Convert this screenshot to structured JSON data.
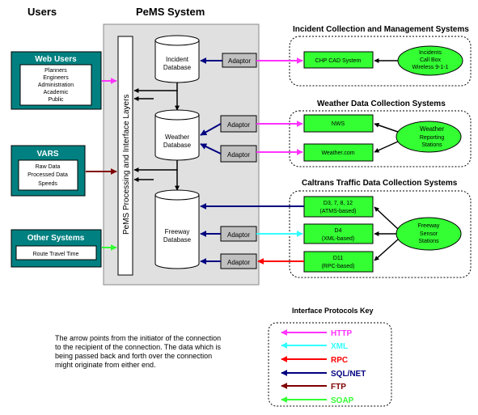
{
  "headings": {
    "users": "Users",
    "pems": "PeMS System",
    "incident": "Incident Collection and Management Systems",
    "weather": "Weather Data Collection Systems",
    "caltrans": "Caltrans Traffic Data Collection  Systems"
  },
  "users": {
    "web": {
      "title": "Web Users",
      "lines": [
        "Planners",
        "Engineers",
        "Administration",
        "Academic",
        "Public"
      ]
    },
    "vars": {
      "title": "VARS",
      "lines": [
        "Raw Data",
        "Processed Data",
        "Speeds"
      ]
    },
    "other": {
      "title": "Other Systems",
      "lines": [
        "Route Travel Time"
      ]
    }
  },
  "pems": {
    "layer": "PeMS Processing and Interface Layers",
    "databases": {
      "incident": [
        "Incident",
        "Database"
      ],
      "weather": [
        "Weather",
        "Database"
      ],
      "freeway": [
        "Freeway",
        "Database"
      ]
    },
    "adaptor": "Adaptor"
  },
  "sources": {
    "chp": "CHP CAD System",
    "incidents": [
      "Incidents",
      "Call Box",
      "Wireless 9-1-1"
    ],
    "nws": "NWS",
    "weathercom": "Weather.com",
    "weather_stations": [
      "Weather",
      "Reporting",
      "Stations"
    ],
    "d3": [
      "D3, 7, 8, 12",
      "(ATMS-based)"
    ],
    "d4": [
      "D4",
      "(XML-based)"
    ],
    "d11": [
      "D11",
      "(RPC-based)"
    ],
    "freeway_stations": [
      "Freeway",
      "Sensor",
      "Stations"
    ]
  },
  "note": "The arrow points from the initiator of the connection to the recipient of the connection.  The data which is being passed back and forth over the connection might originate from either end.",
  "key": {
    "title": "Interface Protocols Key",
    "items": [
      {
        "label": "HTTP",
        "color": "#ff33ff"
      },
      {
        "label": "XML",
        "color": "#33ffff"
      },
      {
        "label": "RPC",
        "color": "#ff0000"
      },
      {
        "label": "SQL/NET",
        "color": "#000080"
      },
      {
        "label": "FTP",
        "color": "#800000"
      },
      {
        "label": "SOAP",
        "color": "#33ff33"
      }
    ]
  }
}
